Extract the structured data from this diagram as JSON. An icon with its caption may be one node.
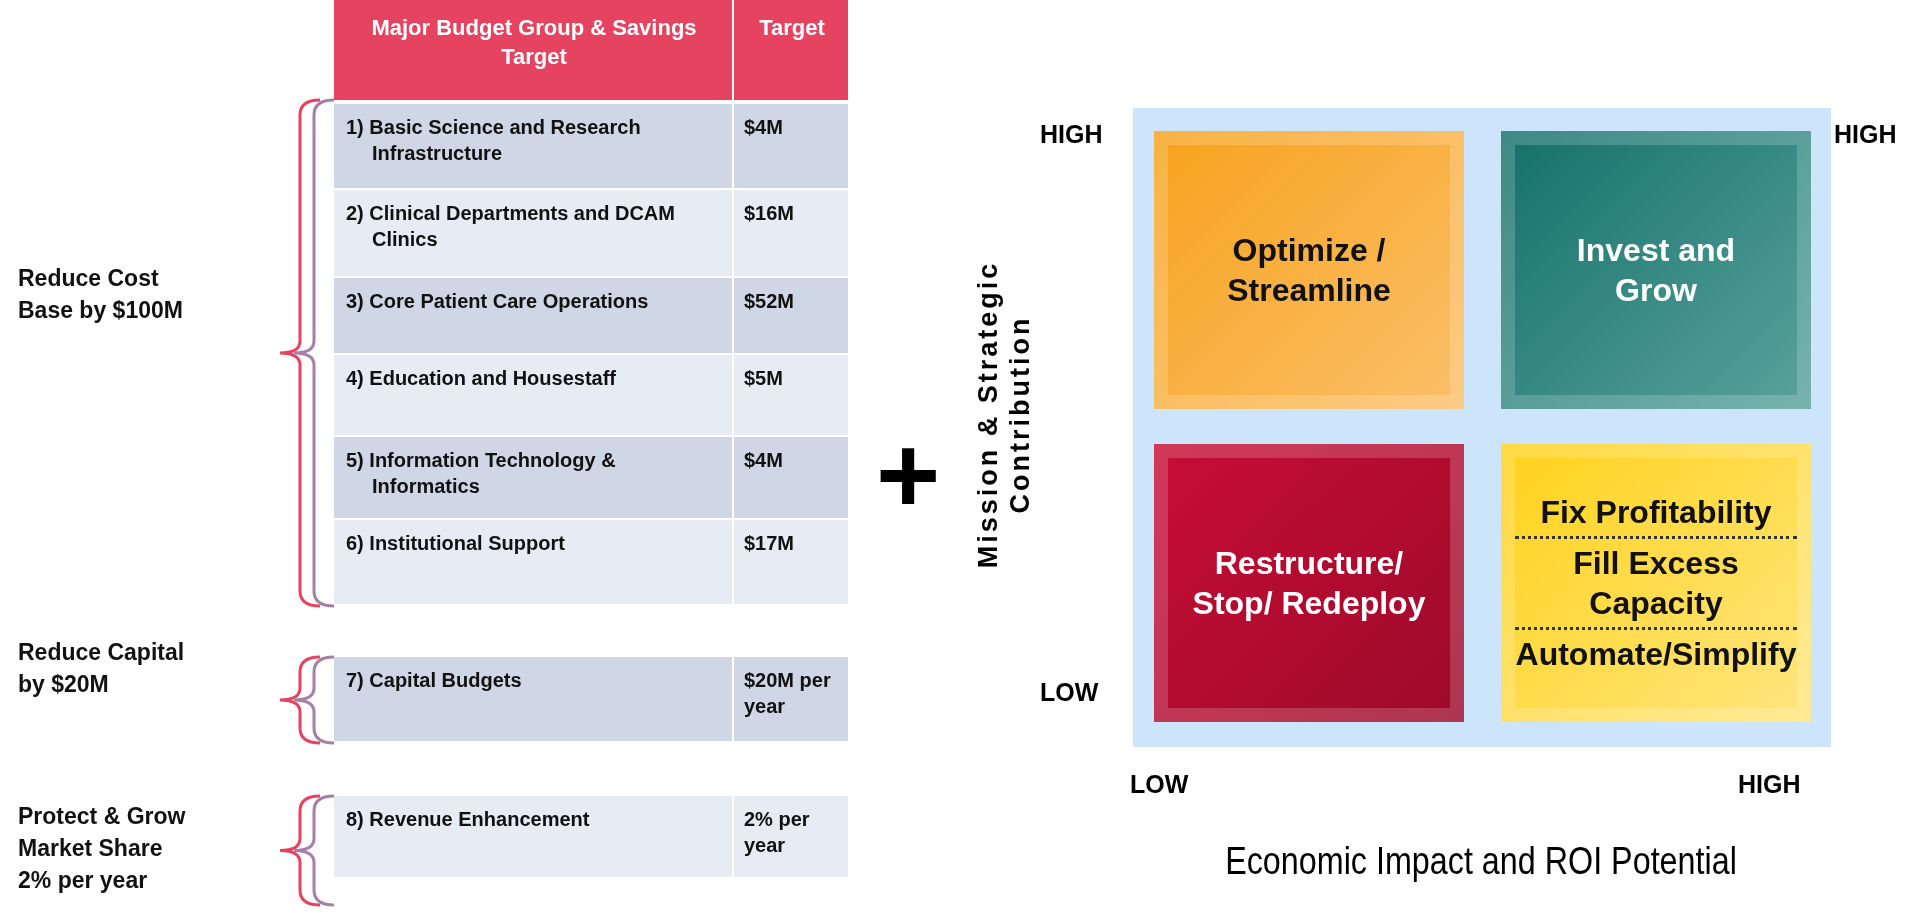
{
  "diagram": {
    "nodes": [
      {
        "text": [],
        "shape": "box"
      },
      {
        "text": [
          "Optimize / Streamline"
        ],
        "in": 0
      },
      {
        "text": [
          "Invest and Grow"
        ],
        "in": 0
      },
      {
        "text": [
          "Restructure/ Stop/ Redeploy"
        ],
        "in": 0
      },
      {
        "text": [
          "Fix Profitability",
          "Fill Excess Capacity",
          "Automate/Simplify"
        ],
        "in": 0
      }
    ],
    "edges": [],
    "labels": [
      "Major Budget Group & Savings Target",
      "Target",
      "1) Basic Science and Research Infrastructure",
      "$4M",
      "2) Clinical Departments and DCAM Clinics",
      "$16M",
      "3) Core Patient Care Operations",
      "$52M",
      "4) Education and Housestaff",
      "$5M",
      "5) Information Technology & Informatics",
      "$4M",
      "6) Institutional Support",
      "$17M",
      "7) Capital Budgets",
      "$20M per year",
      "8) Revenue Enhancement",
      "2% per year",
      "Reduce Cost Base by $100M",
      "Reduce Capital by $20M",
      "Protect & Grow Market Share 2% per year",
      "+",
      "HIGH",
      "HIGH",
      "LOW",
      "LOW",
      "HIGH",
      "Mission & Strategic Contribution",
      "Economic Impact and ROI Potential"
    ]
  }
}
